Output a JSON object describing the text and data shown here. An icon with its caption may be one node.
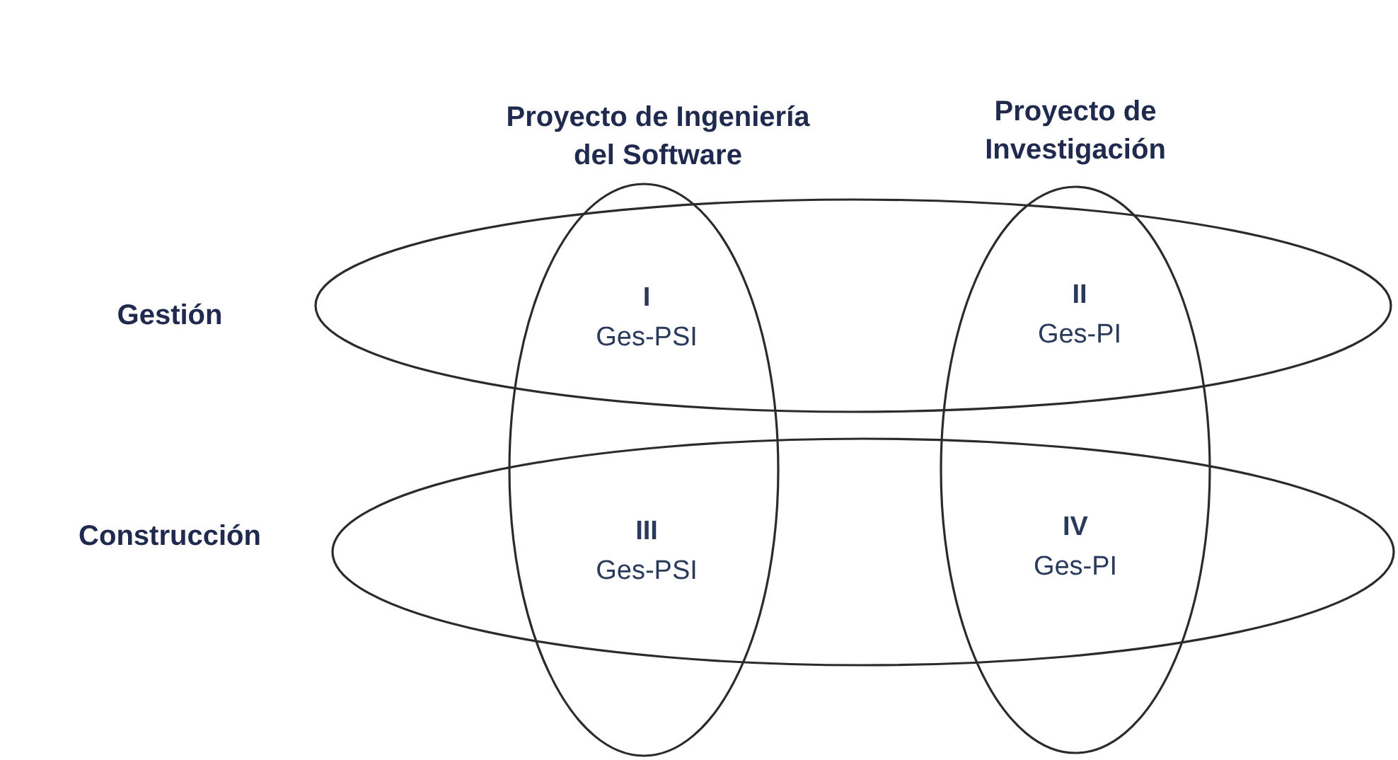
{
  "diagram": {
    "nodes": [
      {
        "text": [
          "Proyecto de Ingeniería del Software"
        ]
      },
      {
        "text": [
          "Proyecto de Investigación"
        ]
      },
      {
        "text": [
          "Gestión"
        ]
      },
      {
        "text": [
          "Construcción"
        ]
      }
    ],
    "labels": [
      "I",
      "Ges-PSI",
      "II",
      "Ges-PI",
      "III",
      "Ges-PSI",
      "IV",
      "Ges-PI"
    ]
  }
}
